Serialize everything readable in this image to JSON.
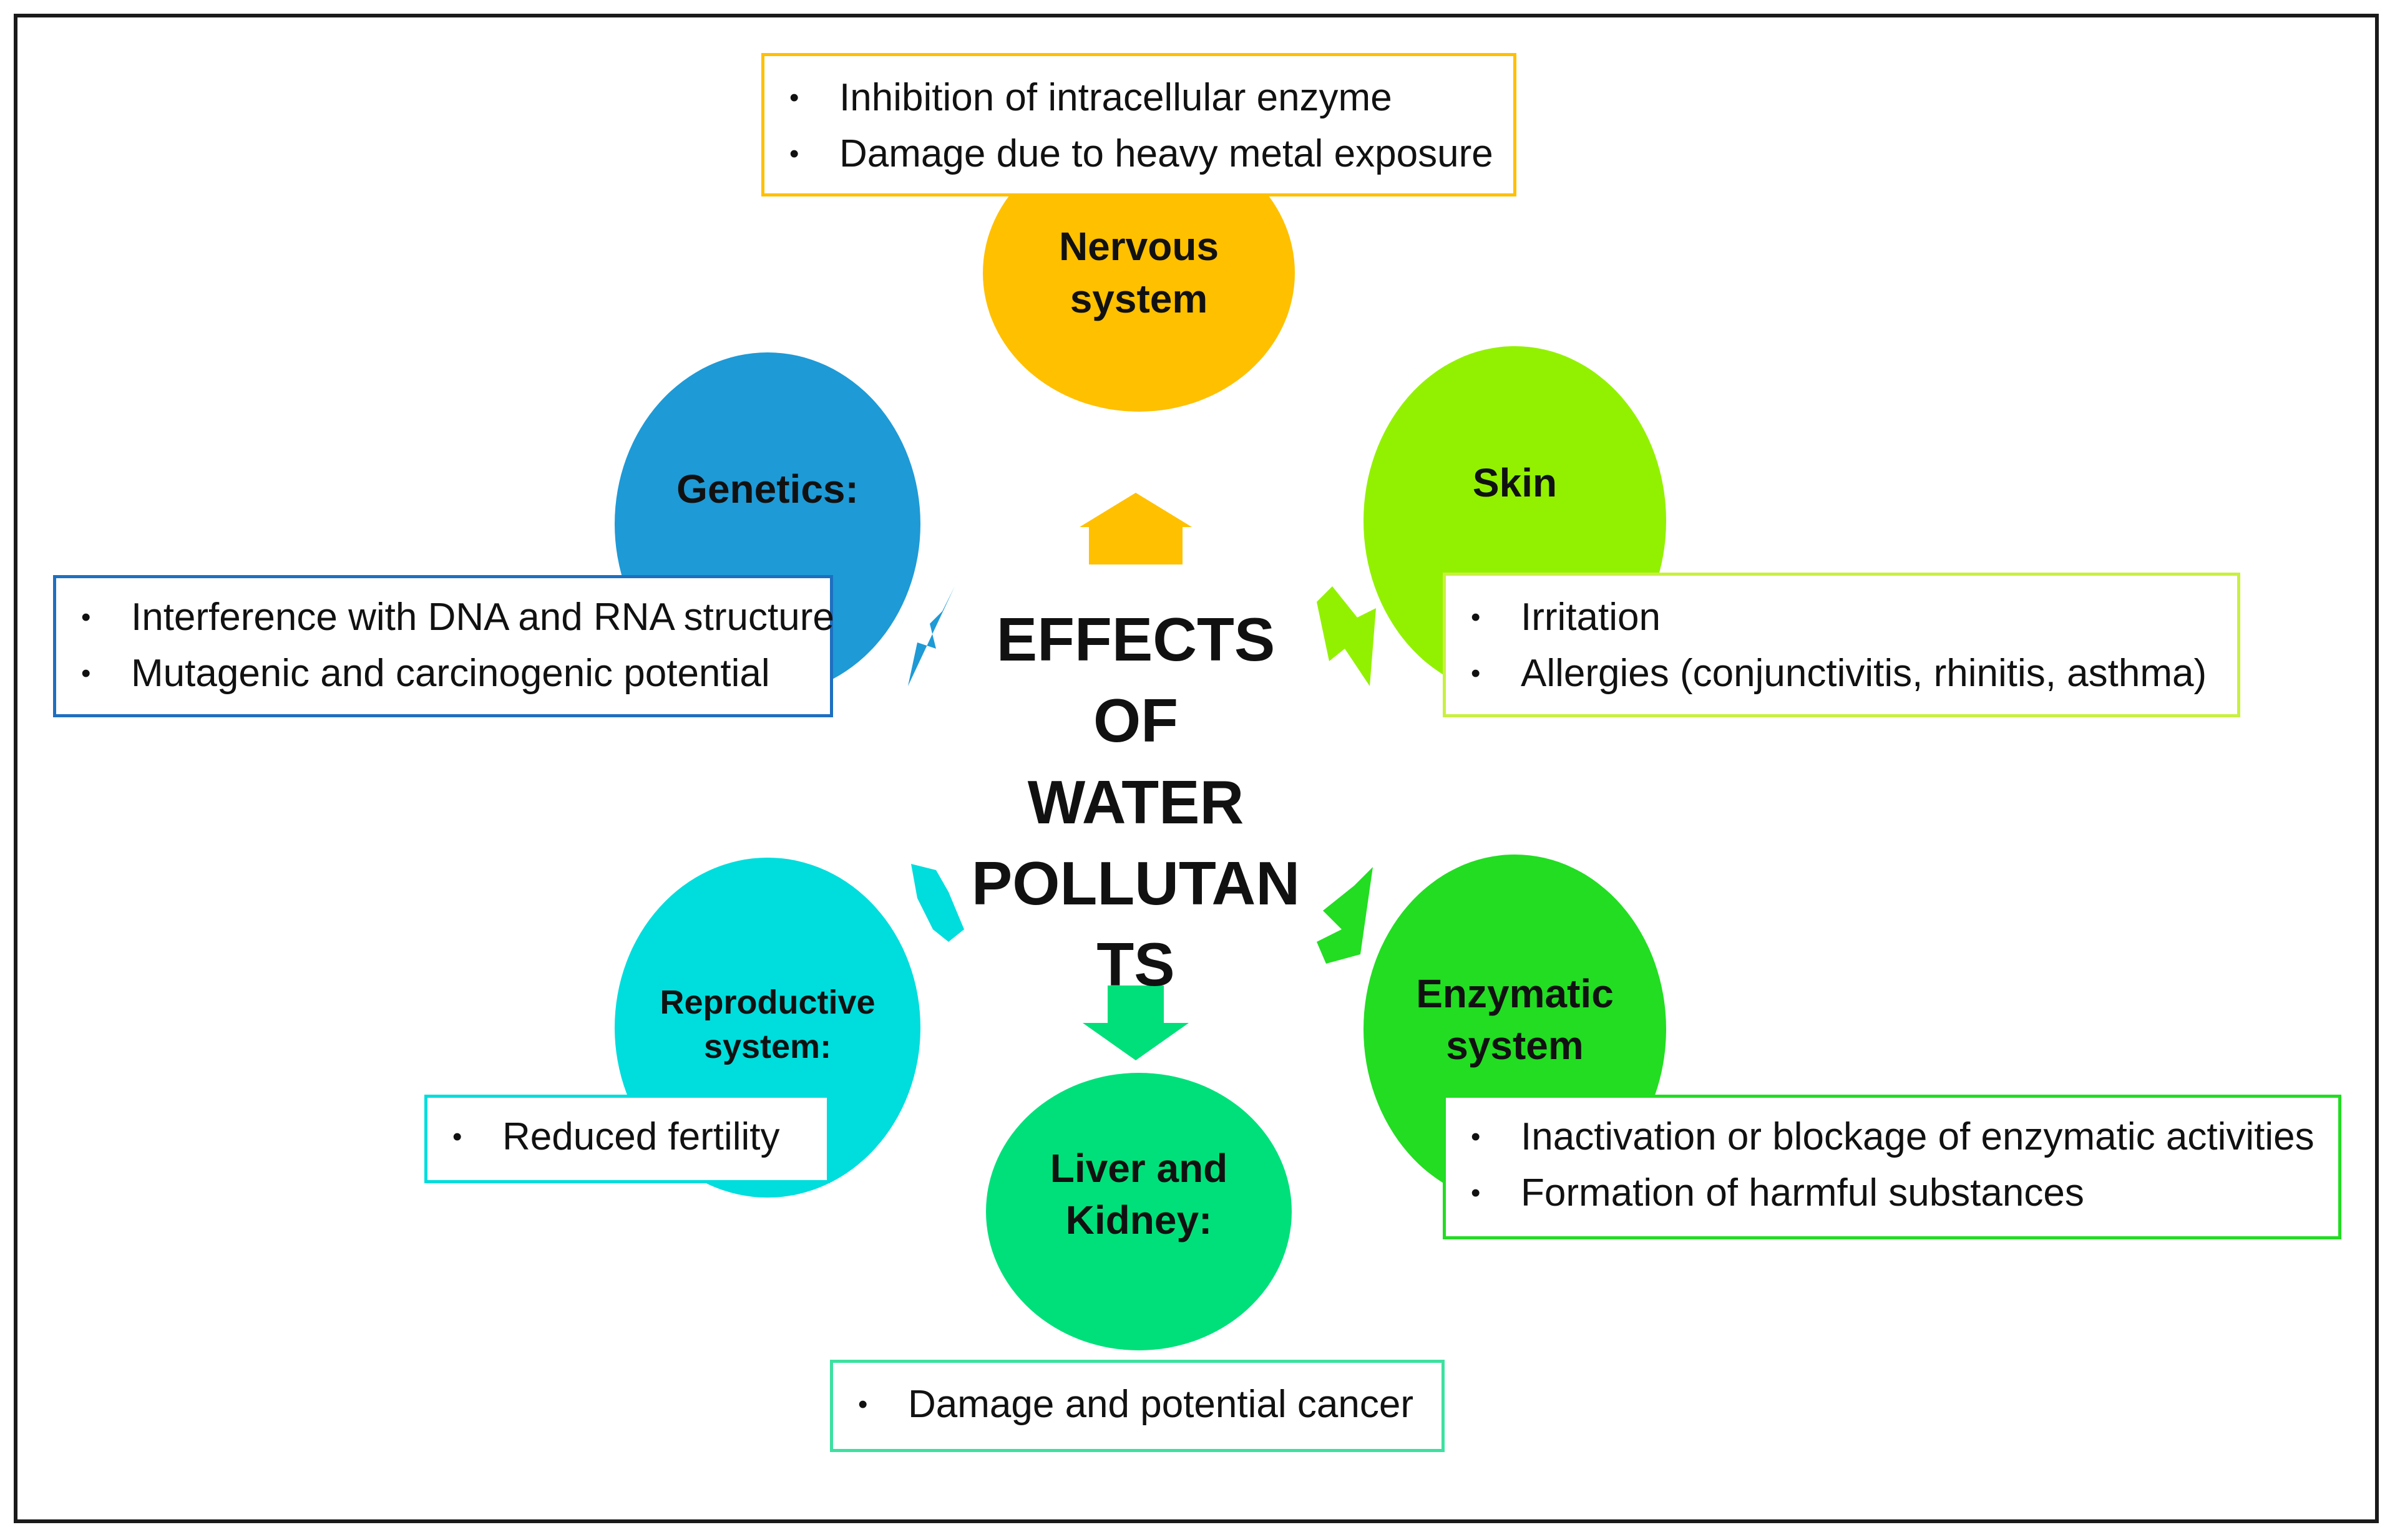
{
  "title": [
    "EFFECTS OF",
    "WATER",
    "POLLUTAN",
    "TS"
  ],
  "nodes": [
    {
      "id": "nervous",
      "label": [
        "Nervous",
        "system"
      ],
      "color": "#FFC000",
      "bullets": [
        "Inhibition of intracellular enzyme",
        "Damage due to heavy metal exposure"
      ]
    },
    {
      "id": "skin",
      "label": [
        "Skin"
      ],
      "color": "#92F100",
      "bullets": [
        "Irritation",
        "Allergies (conjunctivitis, rhinitis, asthma)"
      ]
    },
    {
      "id": "enzymatic",
      "label": [
        "Enzymatic",
        "system"
      ],
      "color": "#22DD22",
      "bullets": [
        "Inactivation or blockage of enzymatic activities",
        "Formation of harmful substances"
      ]
    },
    {
      "id": "liver",
      "label": [
        "Liver and",
        "Kidney:"
      ],
      "color": "#00E07A",
      "bullets": [
        "Damage and potential cancer"
      ]
    },
    {
      "id": "reproductive",
      "label": [
        "Reproductive",
        "system:"
      ],
      "color": "#00DDDD",
      "bullets": [
        "Reduced fertility"
      ]
    },
    {
      "id": "genetics",
      "label": [
        "Genetics:"
      ],
      "color": "#1E9AD6",
      "bullets": [
        "Interference with DNA and RNA structure",
        "Mutagenic and carcinogenic potential"
      ]
    }
  ]
}
